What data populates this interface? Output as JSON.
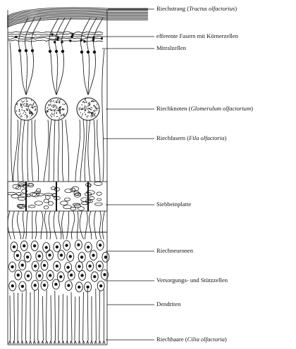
{
  "labels": [
    {
      "id": "riechstrang",
      "main": "Riechstrang",
      "open": " (",
      "italic": "Tractus olfactorius",
      "close": ")"
    },
    {
      "id": "efferente",
      "main": "efferente Fasern mit Körnerzellen",
      "open": "",
      "italic": "",
      "close": ""
    },
    {
      "id": "mitral",
      "main": "Mitralzellen",
      "open": "",
      "italic": "",
      "close": ""
    },
    {
      "id": "riechknoten",
      "main": "Riechknoten",
      "open": " (",
      "italic": "Glomerulum olfactorium",
      "close": ")"
    },
    {
      "id": "riechfasern",
      "main": "Riechfasern",
      "open": " (",
      "italic": "Fila olfactoria",
      "close": ")"
    },
    {
      "id": "siebbein",
      "main": "Siebbeinplatte",
      "open": "",
      "italic": "",
      "close": ""
    },
    {
      "id": "neuronen",
      "main": "Riechneuronen",
      "open": "",
      "italic": "",
      "close": ""
    },
    {
      "id": "versorgung",
      "main": "Versorgungs- und Stützzellen",
      "open": "",
      "italic": "",
      "close": ""
    },
    {
      "id": "dendriten",
      "main": "Dendriten",
      "open": "",
      "italic": "",
      "close": ""
    },
    {
      "id": "riechhaare",
      "main": "Riechhaare",
      "open": " (",
      "italic": "Cilia olfactoria",
      "close": ")"
    }
  ],
  "colors": {
    "ink": "#111111",
    "paper": "#ffffff"
  }
}
